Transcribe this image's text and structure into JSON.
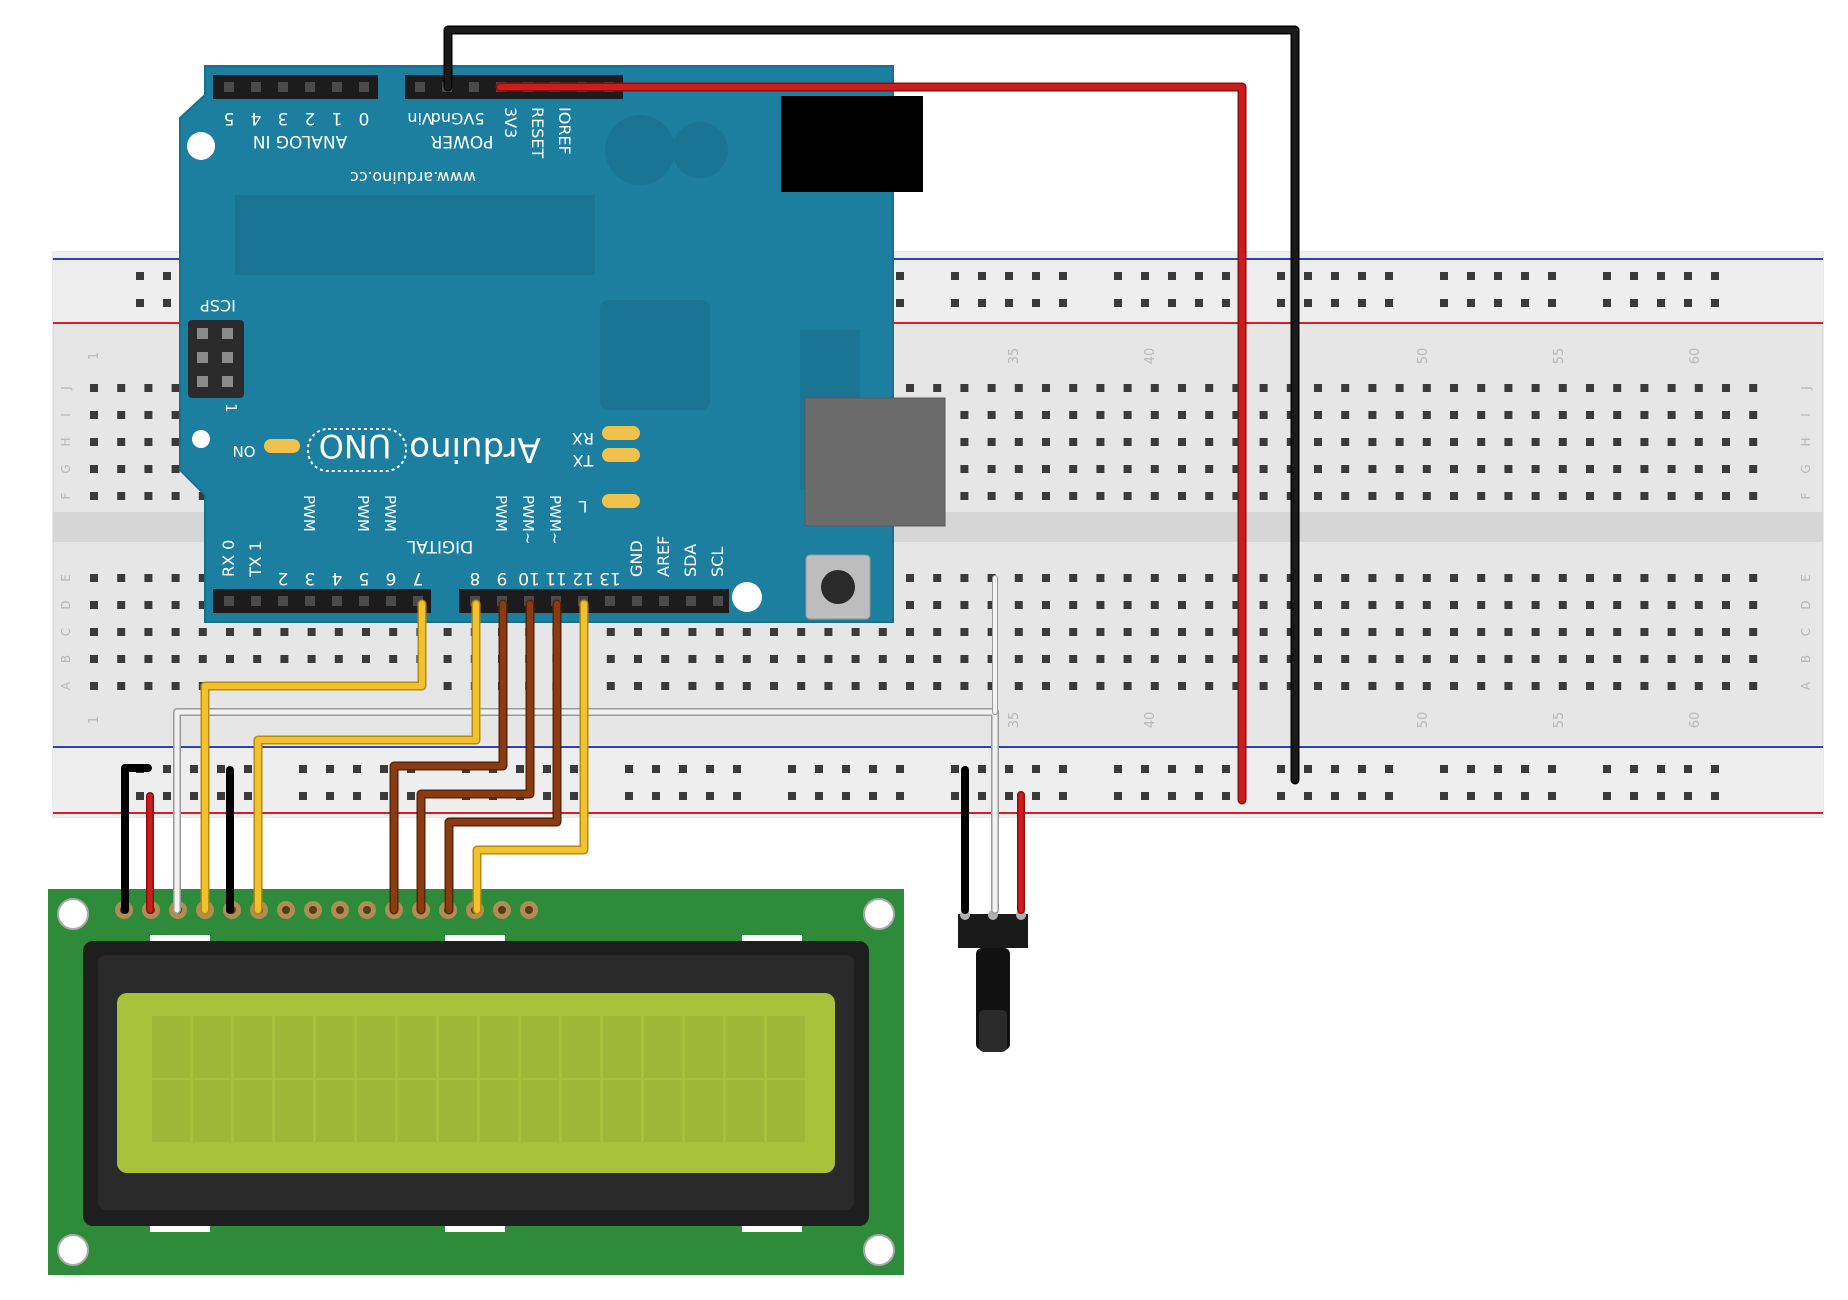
{
  "breadboard": {
    "row_letters_top": [
      "J",
      "I",
      "H",
      "G",
      "F"
    ],
    "row_letters_bottom": [
      "E",
      "D",
      "C",
      "B",
      "A"
    ],
    "column_numbers": [
      "1",
      "35",
      "40",
      "50",
      "55",
      "60"
    ],
    "column_numbers_bottom": [
      "1",
      "35",
      "40",
      "50",
      "55",
      "60"
    ],
    "rail_colors": {
      "positive": "#d12027",
      "negative": "#2b3fbf"
    }
  },
  "arduino": {
    "brand": "Arduino",
    "model": "UNO",
    "url": "www.arduino.cc",
    "analog_header_label": "ANALOG IN",
    "analog_pins": [
      "5",
      "4",
      "3",
      "2",
      "1",
      "0"
    ],
    "power_header_label": "POWER",
    "power_pins": [
      "Vin",
      "Gnd",
      "5V",
      "3V3",
      "RESET",
      "IOREF"
    ],
    "icsp_label": "ICSP",
    "icsp_pin1": "1",
    "on_label": "ON",
    "led_labels": [
      "RX",
      "TX",
      "L"
    ],
    "digital_label": "DIGITAL",
    "digital_pins": [
      "RX 0",
      "TX 1",
      "2",
      "3",
      "4",
      "5",
      "6",
      "7",
      "8",
      "9",
      "10",
      "11",
      "12",
      "13",
      "GND",
      "AREF",
      "SDA",
      "SCL"
    ],
    "pwm_labels": [
      "PWM",
      "PWM",
      "PWM",
      "PWM",
      "PWM~",
      "PWM~"
    ],
    "board_color": "#1d7fa0"
  },
  "lcd": {
    "board_color": "#2e8b3a",
    "screen_color": "#a9c13a",
    "pin_count": 16,
    "columns": 16,
    "rows": 2
  },
  "potentiometer": {
    "body_color": "#111111"
  },
  "wires": [
    {
      "name": "black-ground-arduino-to-rail",
      "color": "#1a1a1a"
    },
    {
      "name": "red-5v-arduino-to-rail",
      "color": "#cc1c1c"
    },
    {
      "name": "yellow-lcd-data",
      "color": "#f2c12e"
    },
    {
      "name": "brown-lcd-data",
      "color": "#8a3b12"
    },
    {
      "name": "white-contrast",
      "color": "#f2f2f2"
    }
  ]
}
